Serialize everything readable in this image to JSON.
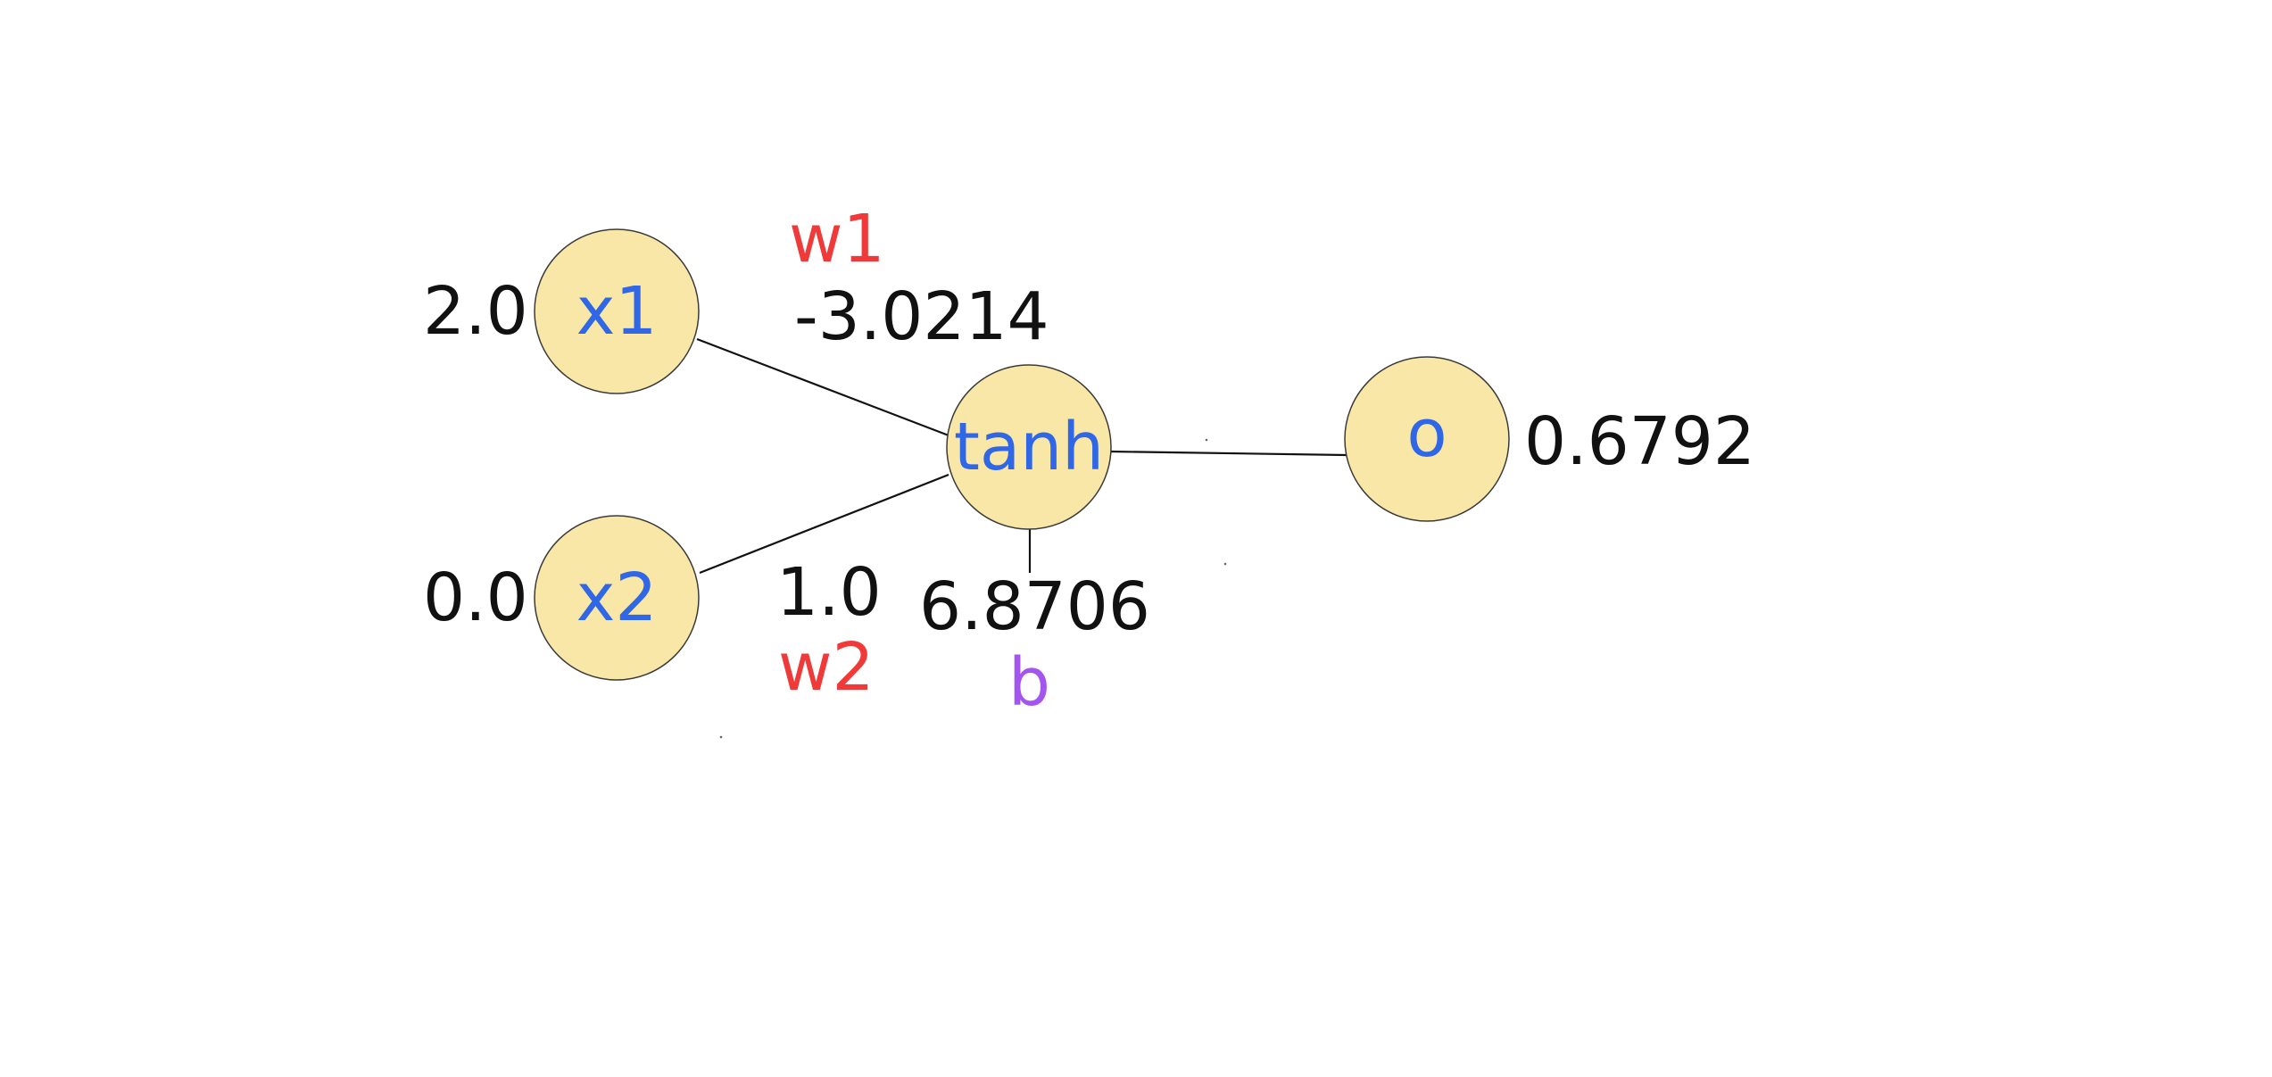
{
  "inputs": {
    "x1": {
      "label": "x1",
      "value": "2.0"
    },
    "x2": {
      "label": "x2",
      "value": "0.0"
    }
  },
  "weights": {
    "w1": {
      "label": "w1",
      "value": "-3.0214"
    },
    "w2": {
      "label": "w2",
      "value": "1.0"
    }
  },
  "neuron": {
    "label": "tanh"
  },
  "bias": {
    "label": "b",
    "value": "6.8706"
  },
  "output": {
    "label": "o",
    "value": "0.6792"
  },
  "colors": {
    "node_fill": "#f9e7a7",
    "node_label": "#2f67e6",
    "weight_label": "#f03a3a",
    "bias_label": "#a455f0",
    "value_text": "#111111"
  }
}
